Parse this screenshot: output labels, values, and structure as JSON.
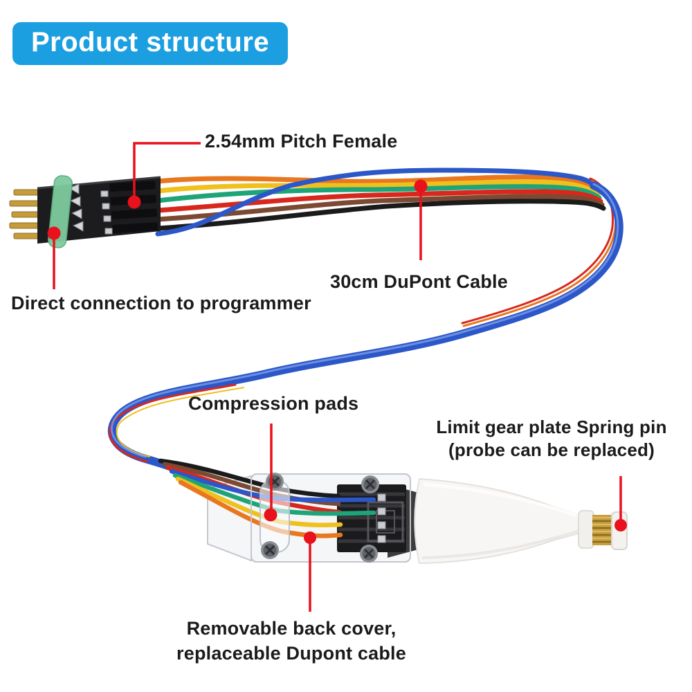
{
  "banner": {
    "title": "Product structure"
  },
  "labels": {
    "pitch_female": "2.54mm Pitch Female",
    "direct_connection": "Direct connection to programmer",
    "dupont_cable": "30cm DuPont Cable",
    "compression_pads": "Compression pads",
    "spring_pin_line1": "Limit gear plate Spring pin",
    "spring_pin_line2": "(probe can be replaced)",
    "back_cover_line1": "Removable back cover,",
    "back_cover_line2": "replaceable Dupont cable"
  },
  "colors": {
    "banner-bg": "#1B9FE1",
    "banner-text": "#FFFFFF",
    "label-text": "#1B1B1B",
    "callout-red": "#E8111C",
    "wire-blue": "#2B57C8",
    "wire-orange": "#E8771E",
    "wire-yellow": "#EFC01E",
    "wire-green": "#1FA478",
    "wire-red": "#D8271D",
    "wire-brown": "#7C4A32",
    "wire-black": "#1B1B1B"
  }
}
